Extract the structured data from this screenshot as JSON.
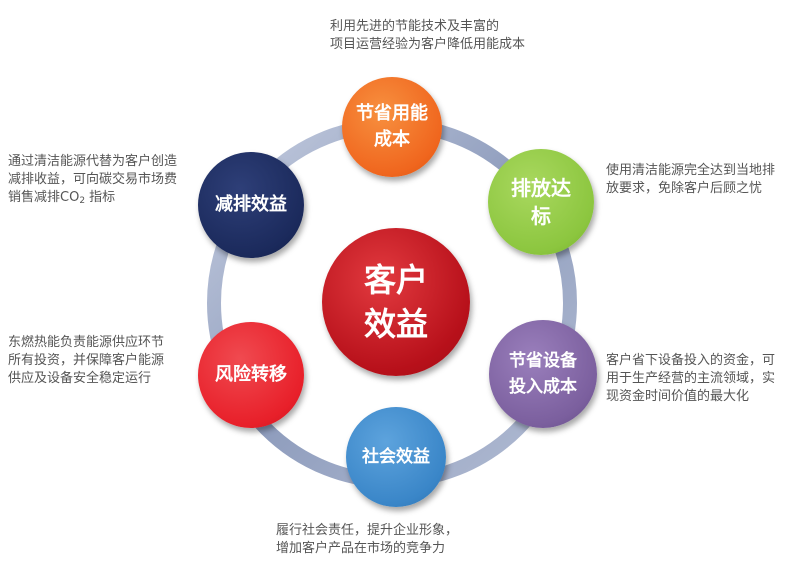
{
  "center": {
    "line1": "客户",
    "line2": "效益",
    "color": "#c0141c"
  },
  "nodes": {
    "energy_cost": {
      "line1": "节省用能",
      "line2": "成本",
      "color": "#f0661e"
    },
    "emission": {
      "line1": "排放达",
      "line2": "标",
      "color": "#8cc63f"
    },
    "equipment": {
      "line1": "节省设备",
      "line2": "投入成本",
      "color": "#7b5f9e"
    },
    "social": {
      "line1": "社会效益",
      "color": "#3a86c8"
    },
    "risk": {
      "line1": "风险转移",
      "color": "#e8202a"
    },
    "carbon": {
      "line1": "减排效益",
      "color": "#1b2a5c"
    }
  },
  "descriptions": {
    "top": {
      "line1": "利用先进的节能技术及丰富的",
      "line2": "项目运营经验为客户降低用能成本"
    },
    "right_top": {
      "line1": "使用清洁能源完全达到当地排",
      "line2": "放要求，免除客户后顾之忧"
    },
    "right_bottom": {
      "line1": "客户省下设备投入的资金，可",
      "line2": "用于生产经营的主流领域，实",
      "line3": "现资金时间价值的最大化"
    },
    "bottom": {
      "line1": "履行社会责任，提升企业形象，",
      "line2": "增加客户产品在市场的竞争力"
    },
    "left_bottom": {
      "line1": "东燃热能负责能源供应环节",
      "line2": "所有投资，并保障客户能源",
      "line3": "供应及设备安全稳定运行"
    },
    "left_top": {
      "line1": "通过清洁能源代替为客户创造",
      "line2": "减排收益，可向碳交易市场费",
      "line3a": "销售减排CO",
      "line3sub": "2",
      "line3b": " 指标"
    }
  },
  "colors": {
    "ring": "#9aa8c6",
    "description_text": "#555555"
  }
}
